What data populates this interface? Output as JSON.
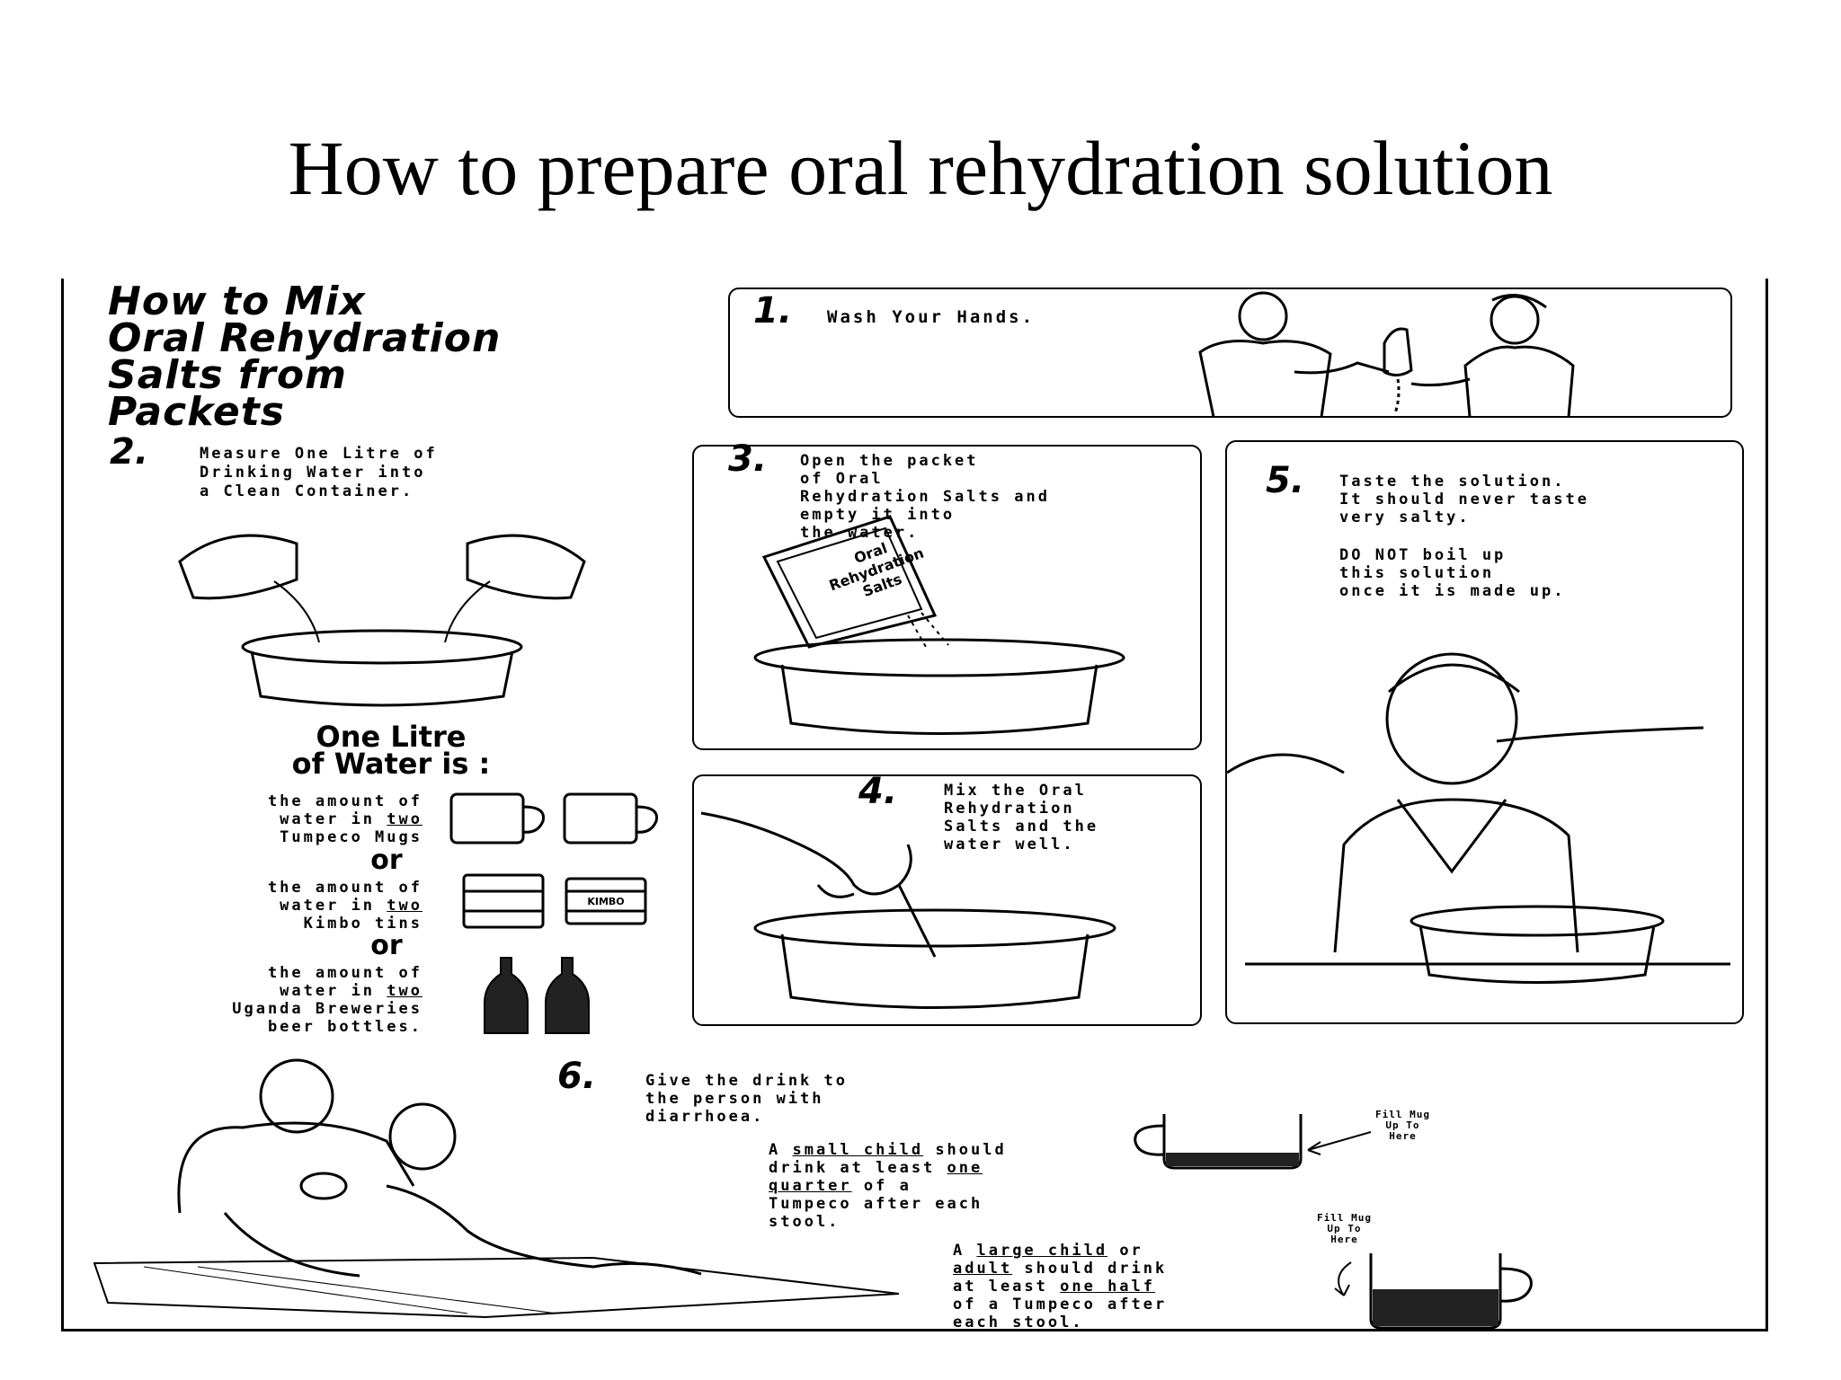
{
  "slide_title": "How to prepare oral rehydration solution",
  "poster": {
    "heading": "How to Mix\nOral Rehydration\nSalts from\nPackets",
    "step1": {
      "number": "1.",
      "text": "Wash Your Hands."
    },
    "step2": {
      "number": "2.",
      "text": "Measure One Litre of\nDrinking Water into\na Clean Container."
    },
    "step3": {
      "number": "3.",
      "text": "Open the packet\nof Oral\nRehydration Salts and\nempty it into\nthe water.",
      "packet_label": "Oral\nRehydration\nSalts"
    },
    "step4": {
      "number": "4.",
      "text": "Mix the Oral\nRehydration\nSalts and the\nwater well."
    },
    "step5": {
      "number": "5.",
      "text": "Taste the solution.\nIt should never taste\nvery salty.",
      "warning": "DO NOT boil up\nthis solution\nonce it is made up."
    },
    "litre": {
      "heading": "One Litre\nof Water is :",
      "opt1": {
        "pre": "the amount of\nwater in ",
        "em": "two",
        "post": "\nTumpeco Mugs"
      },
      "or1": "or",
      "opt2": {
        "pre": "the amount of\nwater in ",
        "em": "two",
        "post": "\nKimbo tins"
      },
      "or2": "or",
      "opt3": {
        "pre": "the amount of\nwater in ",
        "em": "two",
        "post": "\nUganda Breweries\nbeer bottles."
      },
      "tin_label": "KIMBO"
    },
    "step6": {
      "number": "6.",
      "text": "Give the drink to\nthe person with\ndiarrhoea.",
      "small_child": {
        "a": "A ",
        "em1": "small child",
        "b": " should\ndrink at least ",
        "em2": "one\nquarter",
        "c": " of a\nTumpeco after each\nstool."
      },
      "large_child": {
        "a": "A ",
        "em1": "large child",
        "b": " or\n",
        "em2": "adult",
        "c": " should drink\nat least ",
        "em3": "one half",
        "d": "\nof a Tumpeco after\neach stool."
      },
      "fill_label": "Fill Mug\nUp To\nHere"
    }
  }
}
